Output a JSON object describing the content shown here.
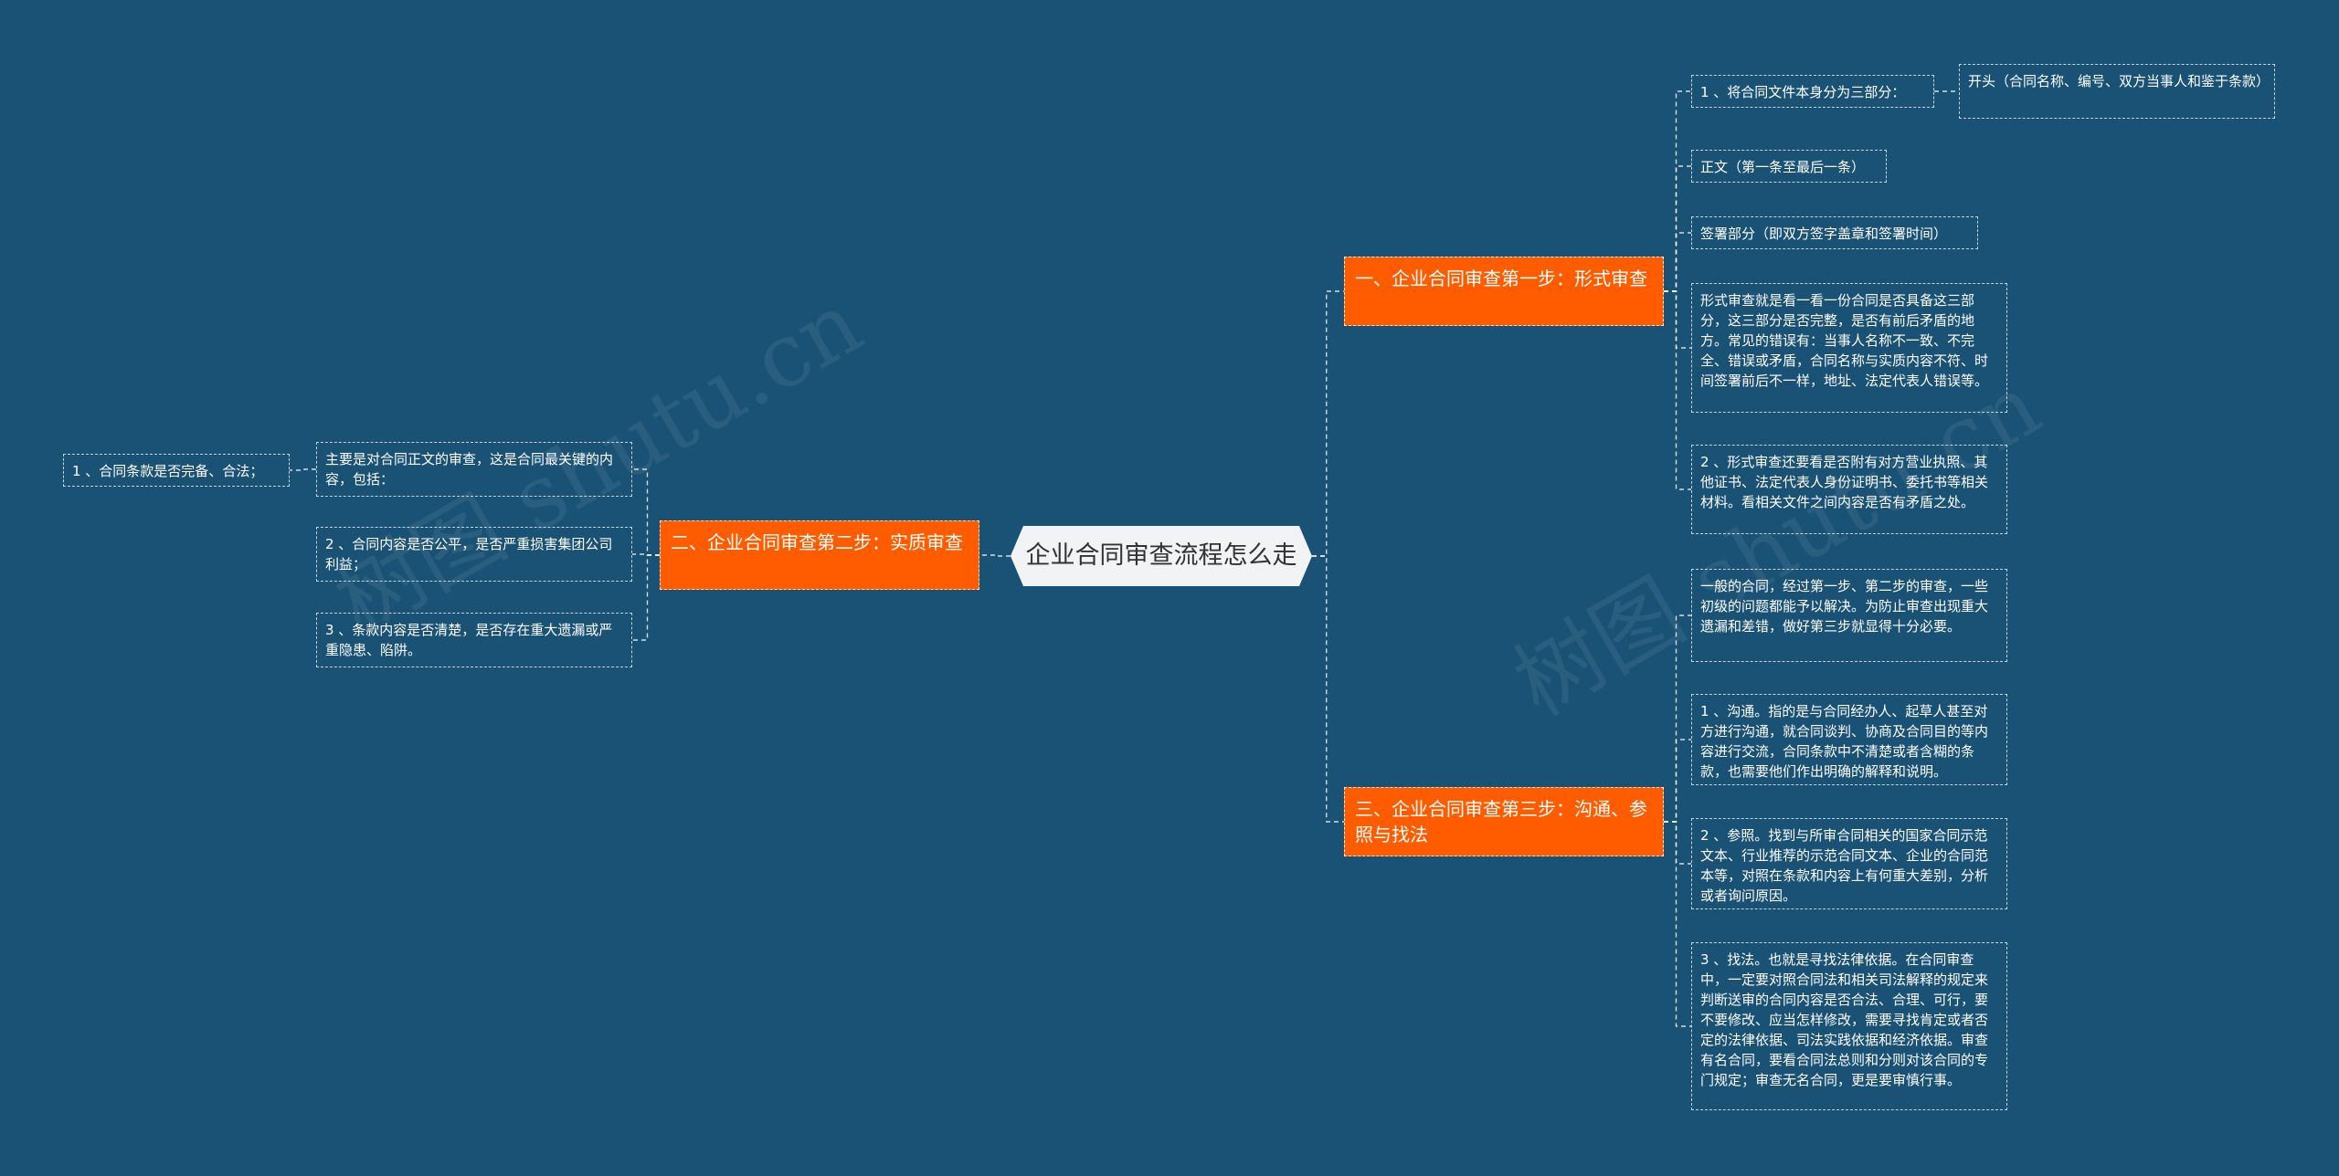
{
  "root": {
    "label": "企业合同审查流程怎么走"
  },
  "branches": [
    {
      "id": "step1",
      "label": "一、企业合同审查第一步：形式审查",
      "items": [
        {
          "id": "s1-a",
          "label": "1 、将合同文件本身分为三部分：",
          "children": [
            {
              "id": "s1-a1",
              "label": "开头（合同名称、编号、双方当事人和鉴于条款）"
            }
          ]
        },
        {
          "id": "s1-b",
          "label": "正文（第一条至最后一条）"
        },
        {
          "id": "s1-c",
          "label": "签署部分（即双方签字盖章和签署时间）"
        },
        {
          "id": "s1-d",
          "label": "形式审查就是看一看一份合同是否具备这三部分，这三部分是否完整，是否有前后矛盾的地方。常见的错误有：当事人名称不一致、不完全、错误或矛盾，合同名称与实质内容不符、时间签署前后不一样，地址、法定代表人错误等。"
        },
        {
          "id": "s1-e",
          "label": "2 、形式审查还要看是否附有对方营业执照、其他证书、法定代表人身份证明书、委托书等相关材料。看相关文件之间内容是否有矛盾之处。"
        }
      ]
    },
    {
      "id": "step2",
      "label": "二、企业合同审查第二步：实质审查",
      "items": [
        {
          "id": "s2-a",
          "label": "主要是对合同正文的审查，这是合同最关键的内容，包括：",
          "children": [
            {
              "id": "s2-a1",
              "label": "1 、合同条款是否完备、合法；"
            }
          ]
        },
        {
          "id": "s2-b",
          "label": "2 、合同内容是否公平，是否严重损害集团公司利益；"
        },
        {
          "id": "s2-c",
          "label": "3 、条款内容是否清楚，是否存在重大遗漏或严重隐患、陷阱。"
        }
      ]
    },
    {
      "id": "step3",
      "label": "三、企业合同审查第三步：沟通、参照与找法",
      "items": [
        {
          "id": "s3-a",
          "label": "一般的合同，经过第一步、第二步的审查，一些初级的问题都能予以解决。为防止审查出现重大遗漏和差错，做好第三步就显得十分必要。"
        },
        {
          "id": "s3-b",
          "label": "1 、沟通。指的是与合同经办人、起草人甚至对方进行沟通，就合同谈判、协商及合同目的等内容进行交流，合同条款中不清楚或者含糊的条款，也需要他们作出明确的解释和说明。"
        },
        {
          "id": "s3-c",
          "label": "2 、参照。找到与所审合同相关的国家合同示范文本、行业推荐的示范合同文本、企业的合同范本等，对照在条款和内容上有何重大差别，分析或者询问原因。"
        },
        {
          "id": "s3-d",
          "label": "3 、找法。也就是寻找法律依据。在合同审查中，一定要对照合同法和相关司法解释的规定来判断送审的合同内容是否合法、合理、可行，要不要修改、应当怎样修改，需要寻找肯定或者否定的法律依据、司法实践依据和经济依据。审查有名合同，要看合同法总则和分则对该合同的专门规定；审查无名合同，更是要审慎行事。"
        }
      ]
    }
  ],
  "colors": {
    "background": "#1a5276",
    "branch": "#ff5c00",
    "root": "#f2f3f4",
    "line": "#ffffff"
  },
  "watermark": {
    "left": "树图 shutu.cn",
    "right": "树图 shutu.cn"
  }
}
